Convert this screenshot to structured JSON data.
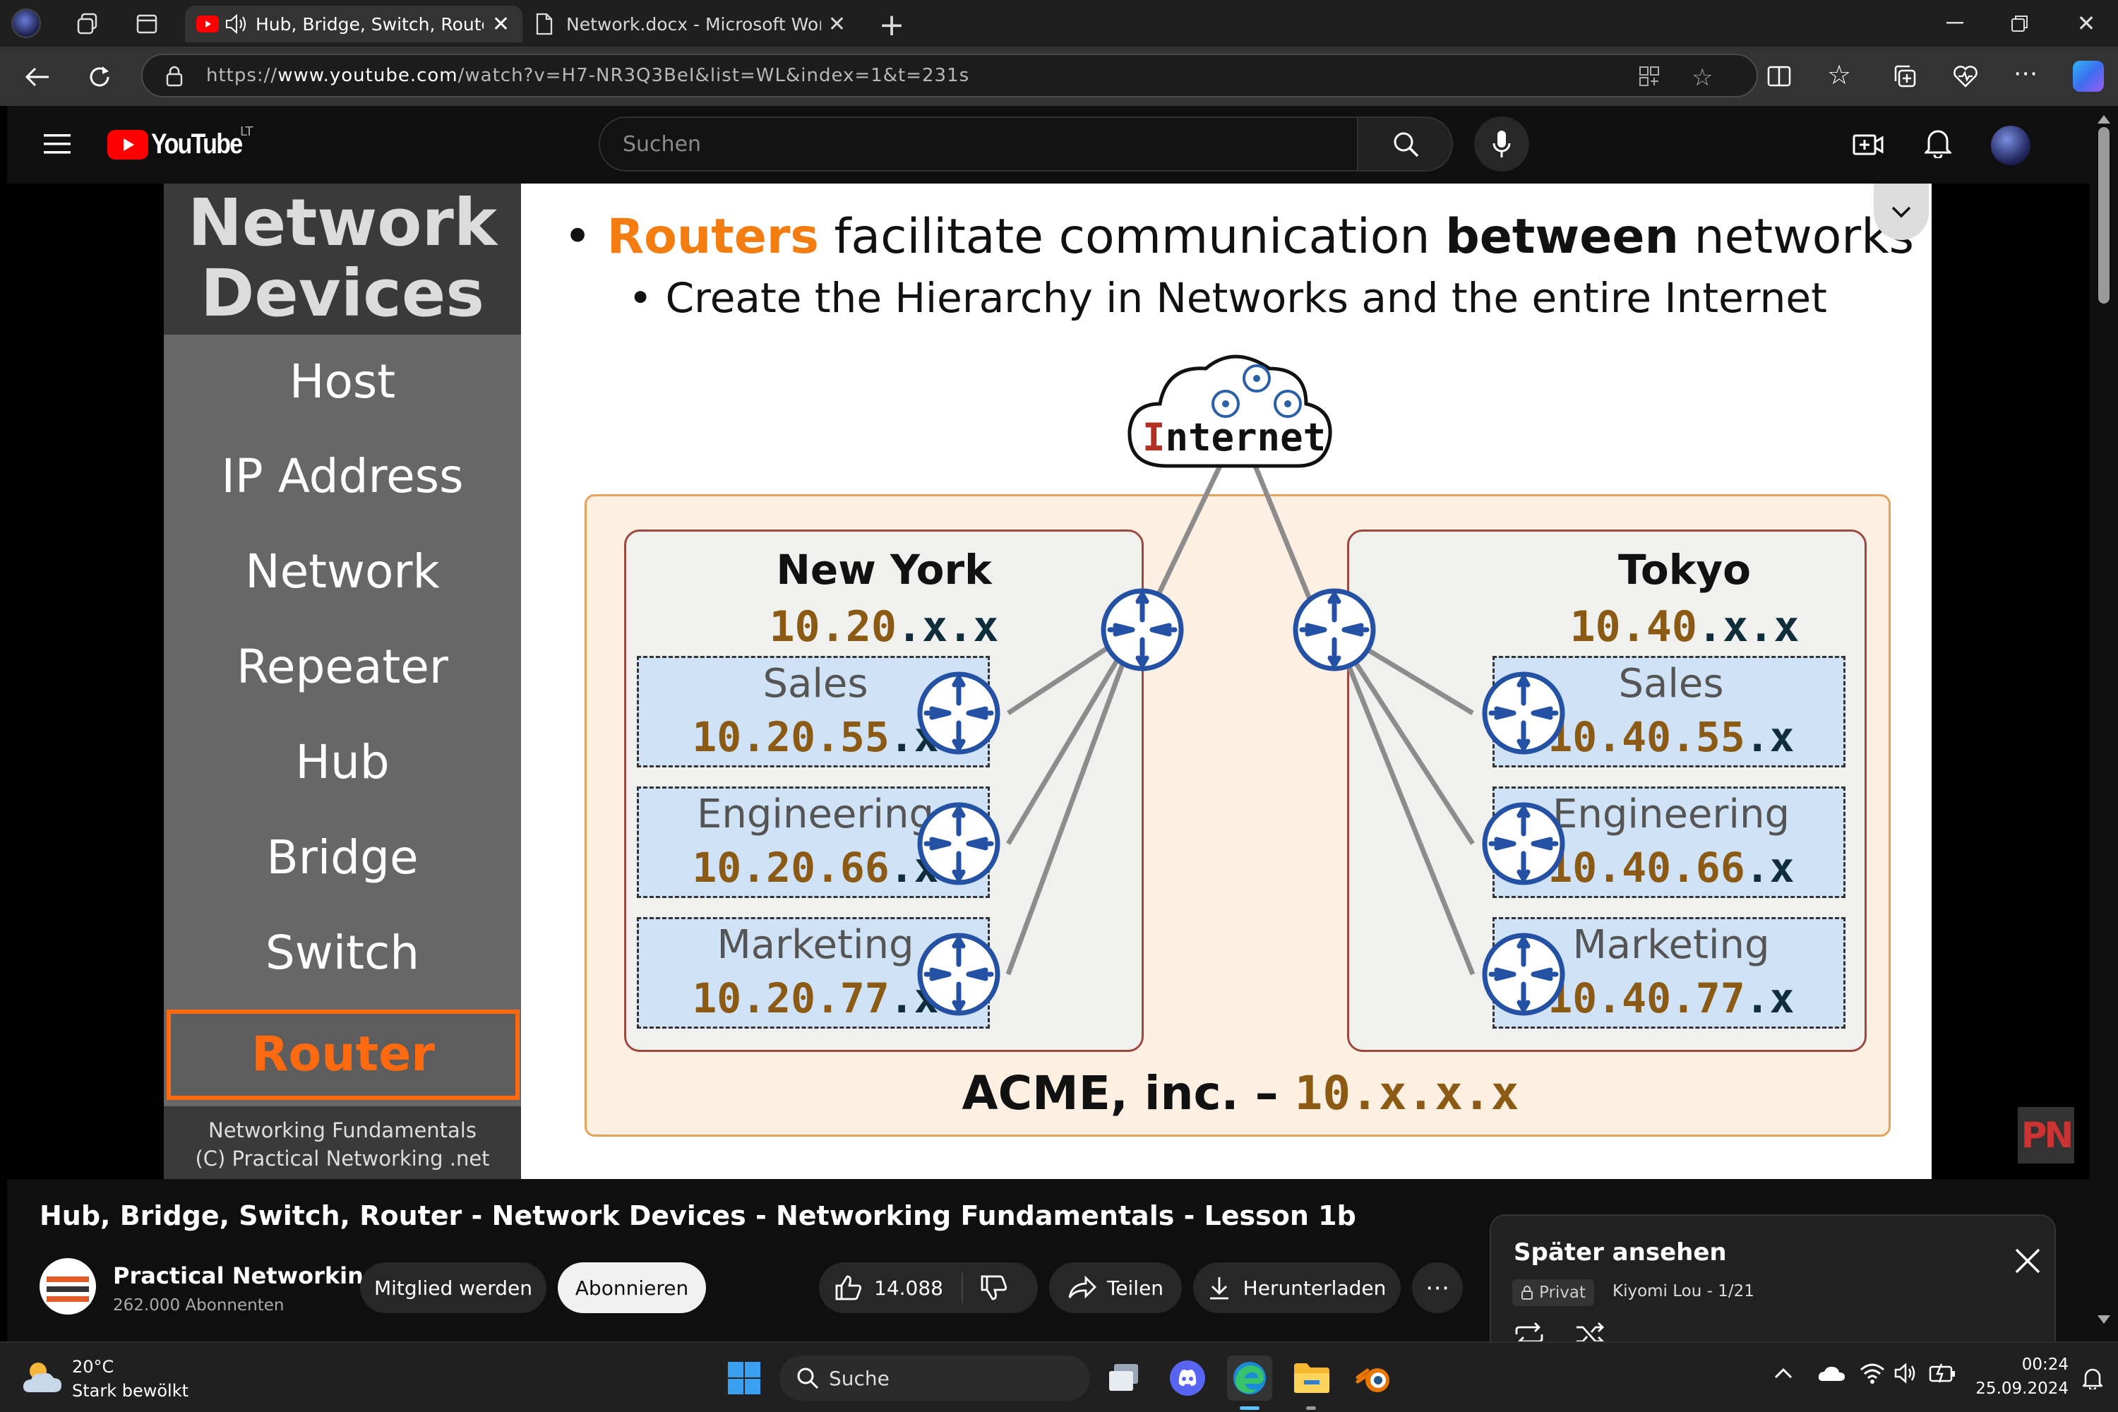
{
  "browser": {
    "tabs": [
      {
        "title": "Hub, Bridge, Switch, Router",
        "active": true
      },
      {
        "title": "Network.docx - Microsoft Word C",
        "active": false
      }
    ],
    "url_prefix": "https://",
    "url_host": "www.youtube.com",
    "url_path": "/watch?v=H7-NR3Q3BeI&list=WL&index=1&t=231s"
  },
  "youtube": {
    "logo_text": "YouTube",
    "region": "LT",
    "search_placeholder": "Suchen"
  },
  "slide": {
    "sidebar_title_line1": "Network",
    "sidebar_title_line2": "Devices",
    "sidebar_items": [
      "Host",
      "IP Address",
      "Network",
      "Repeater",
      "Hub",
      "Bridge",
      "Switch"
    ],
    "sidebar_active": "Router",
    "footer_line1": "Networking Fundamentals",
    "footer_line2": "(C) Practical Networking .net",
    "bullet1_highlight": "Routers",
    "bullet1_mid": " facilitate communication ",
    "bullet1_bold": "between",
    "bullet1_end": " networks",
    "bullet2": "Create the Hierarchy in Networks and the entire Internet",
    "cloud_label_first": "I",
    "cloud_label_rest": "nternet",
    "sites": [
      {
        "name": "New York",
        "net_brown": "10.20",
        "net_dark": ".x.x",
        "depts": [
          {
            "name": "Sales",
            "net_brown": "10.20.55",
            "net_dark": ".x"
          },
          {
            "name": "Engineering",
            "net_brown": "10.20.66",
            "net_dark": ".x"
          },
          {
            "name": "Marketing",
            "net_brown": "10.20.77",
            "net_dark": ".x"
          }
        ]
      },
      {
        "name": "Tokyo",
        "net_brown": "10.40",
        "net_dark": ".x.x",
        "depts": [
          {
            "name": "Sales",
            "net_brown": "10.40.55",
            "net_dark": ".x"
          },
          {
            "name": "Engineering",
            "net_brown": "10.40.66",
            "net_dark": ".x"
          },
          {
            "name": "Marketing",
            "net_brown": "10.40.77",
            "net_dark": ".x"
          }
        ]
      }
    ],
    "company_label": "ACME, inc. – ",
    "company_net_brown": "10",
    "company_net_dark": ".x.x.x",
    "watermark": "PN"
  },
  "video": {
    "title": "Hub, Bridge, Switch, Router - Network Devices - Networking Fundamentals - Lesson 1b",
    "channel": "Practical Networking",
    "subscribers": "262.000 Abonnenten",
    "member_button": "Mitglied werden",
    "subscribe_button": "Abonnieren",
    "likes": "14.088",
    "share_button": "Teilen",
    "download_button": "Herunterladen"
  },
  "watch_later": {
    "title": "Später ansehen",
    "privacy": "Privat",
    "owner_position": "Kiyomi Lou - 1/21"
  },
  "taskbar": {
    "temperature": "20°C",
    "weather": "Stark bewölkt",
    "search_label": "Suche",
    "time": "00:24",
    "date": "25.09.2024"
  }
}
